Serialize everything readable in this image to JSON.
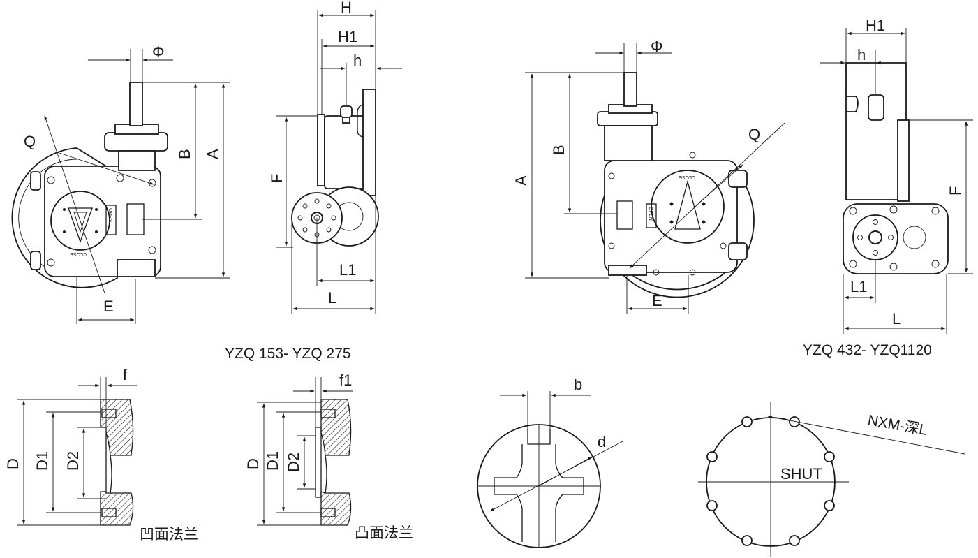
{
  "views": {
    "small_front": {
      "dims": {
        "phi": "Φ",
        "q": "Q",
        "b": "B",
        "a": "A",
        "e": "E"
      },
      "marks": {
        "open": "OPEN",
        "close": "CLOSE"
      }
    },
    "small_side": {
      "dims": {
        "h": "H",
        "h1": "H1",
        "h_small": "h",
        "f": "F",
        "l1": "L1",
        "l": "L"
      }
    },
    "small_caption": "YZQ  153-  YZQ  275",
    "large_front": {
      "dims": {
        "phi": "Φ",
        "b": "B",
        "a": "A",
        "q": "Q",
        "e": "E"
      },
      "marks": {
        "open": "OPEN",
        "close": "CLOSE"
      }
    },
    "large_side": {
      "dims": {
        "h1": "H1",
        "h_small": "h",
        "f": "F",
        "l1": "L1",
        "l": "L"
      }
    },
    "large_caption": "YZQ  432-  YZQ1120"
  },
  "flanges": {
    "concave": {
      "dims": {
        "f": "f",
        "d": "D",
        "d1": "D1",
        "d2": "D2"
      },
      "caption": "凹面法兰"
    },
    "convex": {
      "dims": {
        "f1": "f1",
        "d": "D",
        "d1": "D1",
        "d2": "D2"
      },
      "caption": "凸面法兰"
    }
  },
  "keyway": {
    "dims": {
      "b": "b",
      "d": "d"
    }
  },
  "bolt_circle": {
    "label": "SHUT",
    "thread": "NXM-深L"
  }
}
